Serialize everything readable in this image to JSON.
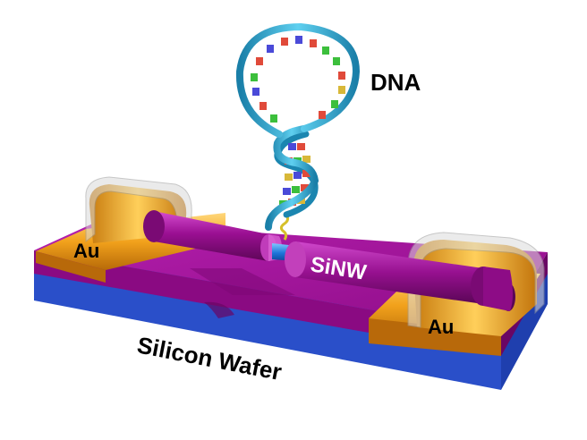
{
  "labels": {
    "dna": "DNA",
    "au_left": "Au",
    "au_right": "Au",
    "sinw": "SiNW",
    "wafer": "Silicon Wafer"
  },
  "colors": {
    "wafer_blue": "#2b56d8",
    "layer_magenta": "#a5119d",
    "gold": "#f2a21c",
    "nanowire_blue": "#2a8be8",
    "dna_backbone": "#2aa6cf",
    "base_red": "#e04a3a",
    "base_blue": "#4a4ad8",
    "base_green": "#3cbf3c",
    "base_yellow": "#d8b838"
  }
}
